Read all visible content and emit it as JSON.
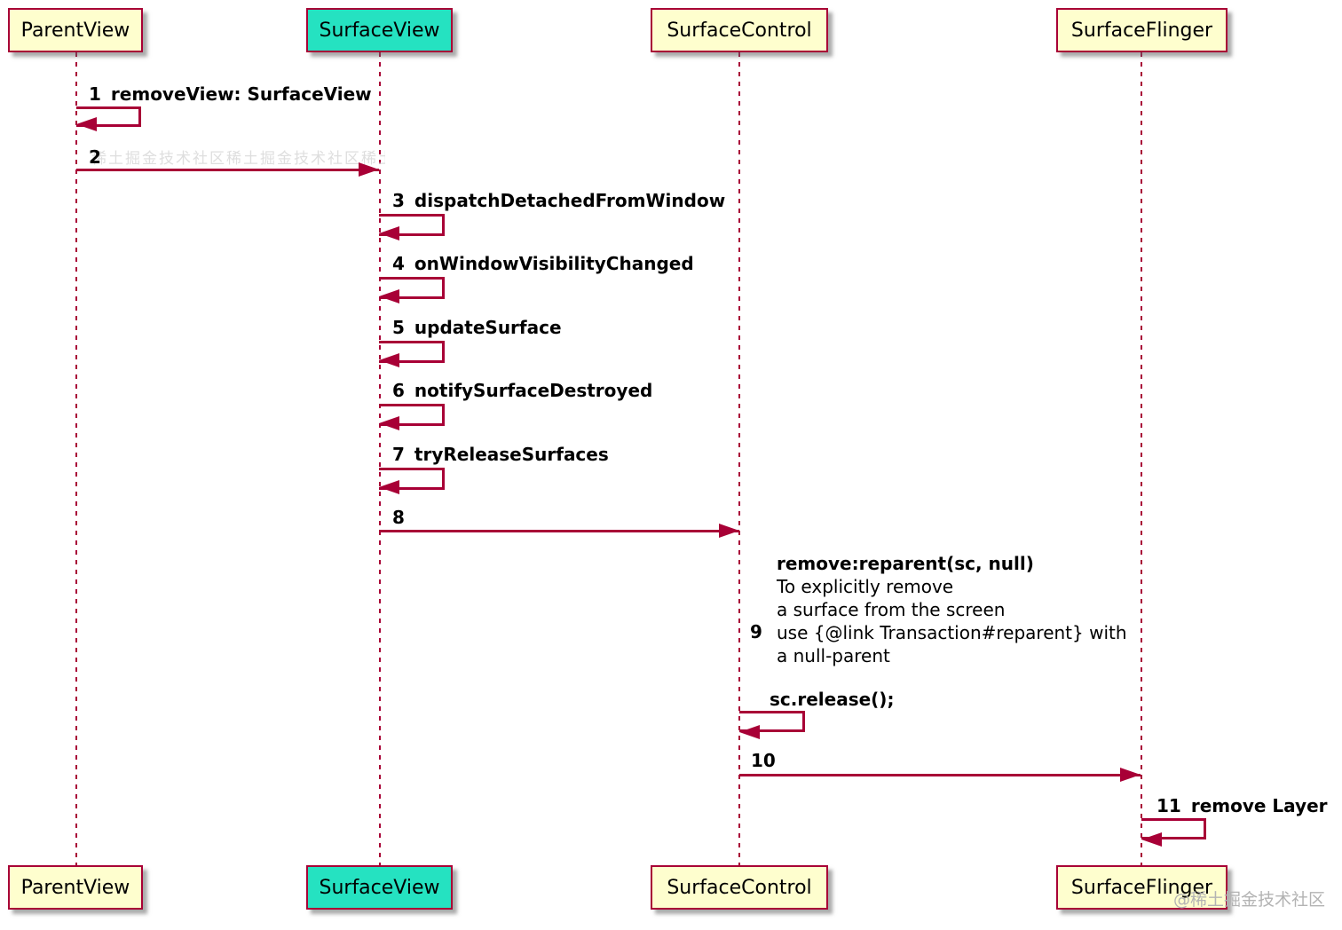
{
  "diagram_type": "sequence-diagram",
  "colors": {
    "border": "#A80036",
    "fill": "#FEFECE",
    "highlight": "#25E2C1",
    "text": "#000000"
  },
  "participants": [
    {
      "name": "ParentView",
      "highlighted": false
    },
    {
      "name": "SurfaceView",
      "highlighted": true
    },
    {
      "name": "SurfaceControl",
      "highlighted": false
    },
    {
      "name": "SurfaceFlinger",
      "highlighted": false
    }
  ],
  "messages": [
    {
      "num": "1",
      "label": "removeView: SurfaceView",
      "from": "ParentView",
      "to": "ParentView",
      "type": "self"
    },
    {
      "num": "2",
      "label": "",
      "from": "ParentView",
      "to": "SurfaceView",
      "type": "arrow"
    },
    {
      "num": "3",
      "label": "dispatchDetachedFromWindow",
      "from": "SurfaceView",
      "to": "SurfaceView",
      "type": "self"
    },
    {
      "num": "4",
      "label": "onWindowVisibilityChanged",
      "from": "SurfaceView",
      "to": "SurfaceView",
      "type": "self"
    },
    {
      "num": "5",
      "label": "updateSurface",
      "from": "SurfaceView",
      "to": "SurfaceView",
      "type": "self"
    },
    {
      "num": "6",
      "label": "notifySurfaceDestroyed",
      "from": "SurfaceView",
      "to": "SurfaceView",
      "type": "self"
    },
    {
      "num": "7",
      "label": "tryReleaseSurfaces",
      "from": "SurfaceView",
      "to": "SurfaceView",
      "type": "self"
    },
    {
      "num": "8",
      "label": "",
      "from": "SurfaceView",
      "to": "SurfaceControl",
      "type": "arrow"
    },
    {
      "num": "9",
      "lines": [
        "remove:reparent(sc, null)",
        "To explicitly remove",
        "a surface from the screen",
        "use {@link Transaction#reparent} with",
        "a null-parent"
      ],
      "label2": "sc.release();",
      "from": "SurfaceControl",
      "to": "SurfaceControl",
      "type": "self"
    },
    {
      "num": "10",
      "label": "",
      "from": "SurfaceControl",
      "to": "SurfaceFlinger",
      "type": "arrow"
    },
    {
      "num": "11",
      "label": "remove Layer",
      "from": "SurfaceFlinger",
      "to": "SurfaceFlinger",
      "type": "self"
    }
  ],
  "watermark": {
    "main": "@稀土掘金技术社区",
    "tiled": "稀土掘金技术社区稀土掘金技术社区稀土掘金技术社区"
  }
}
